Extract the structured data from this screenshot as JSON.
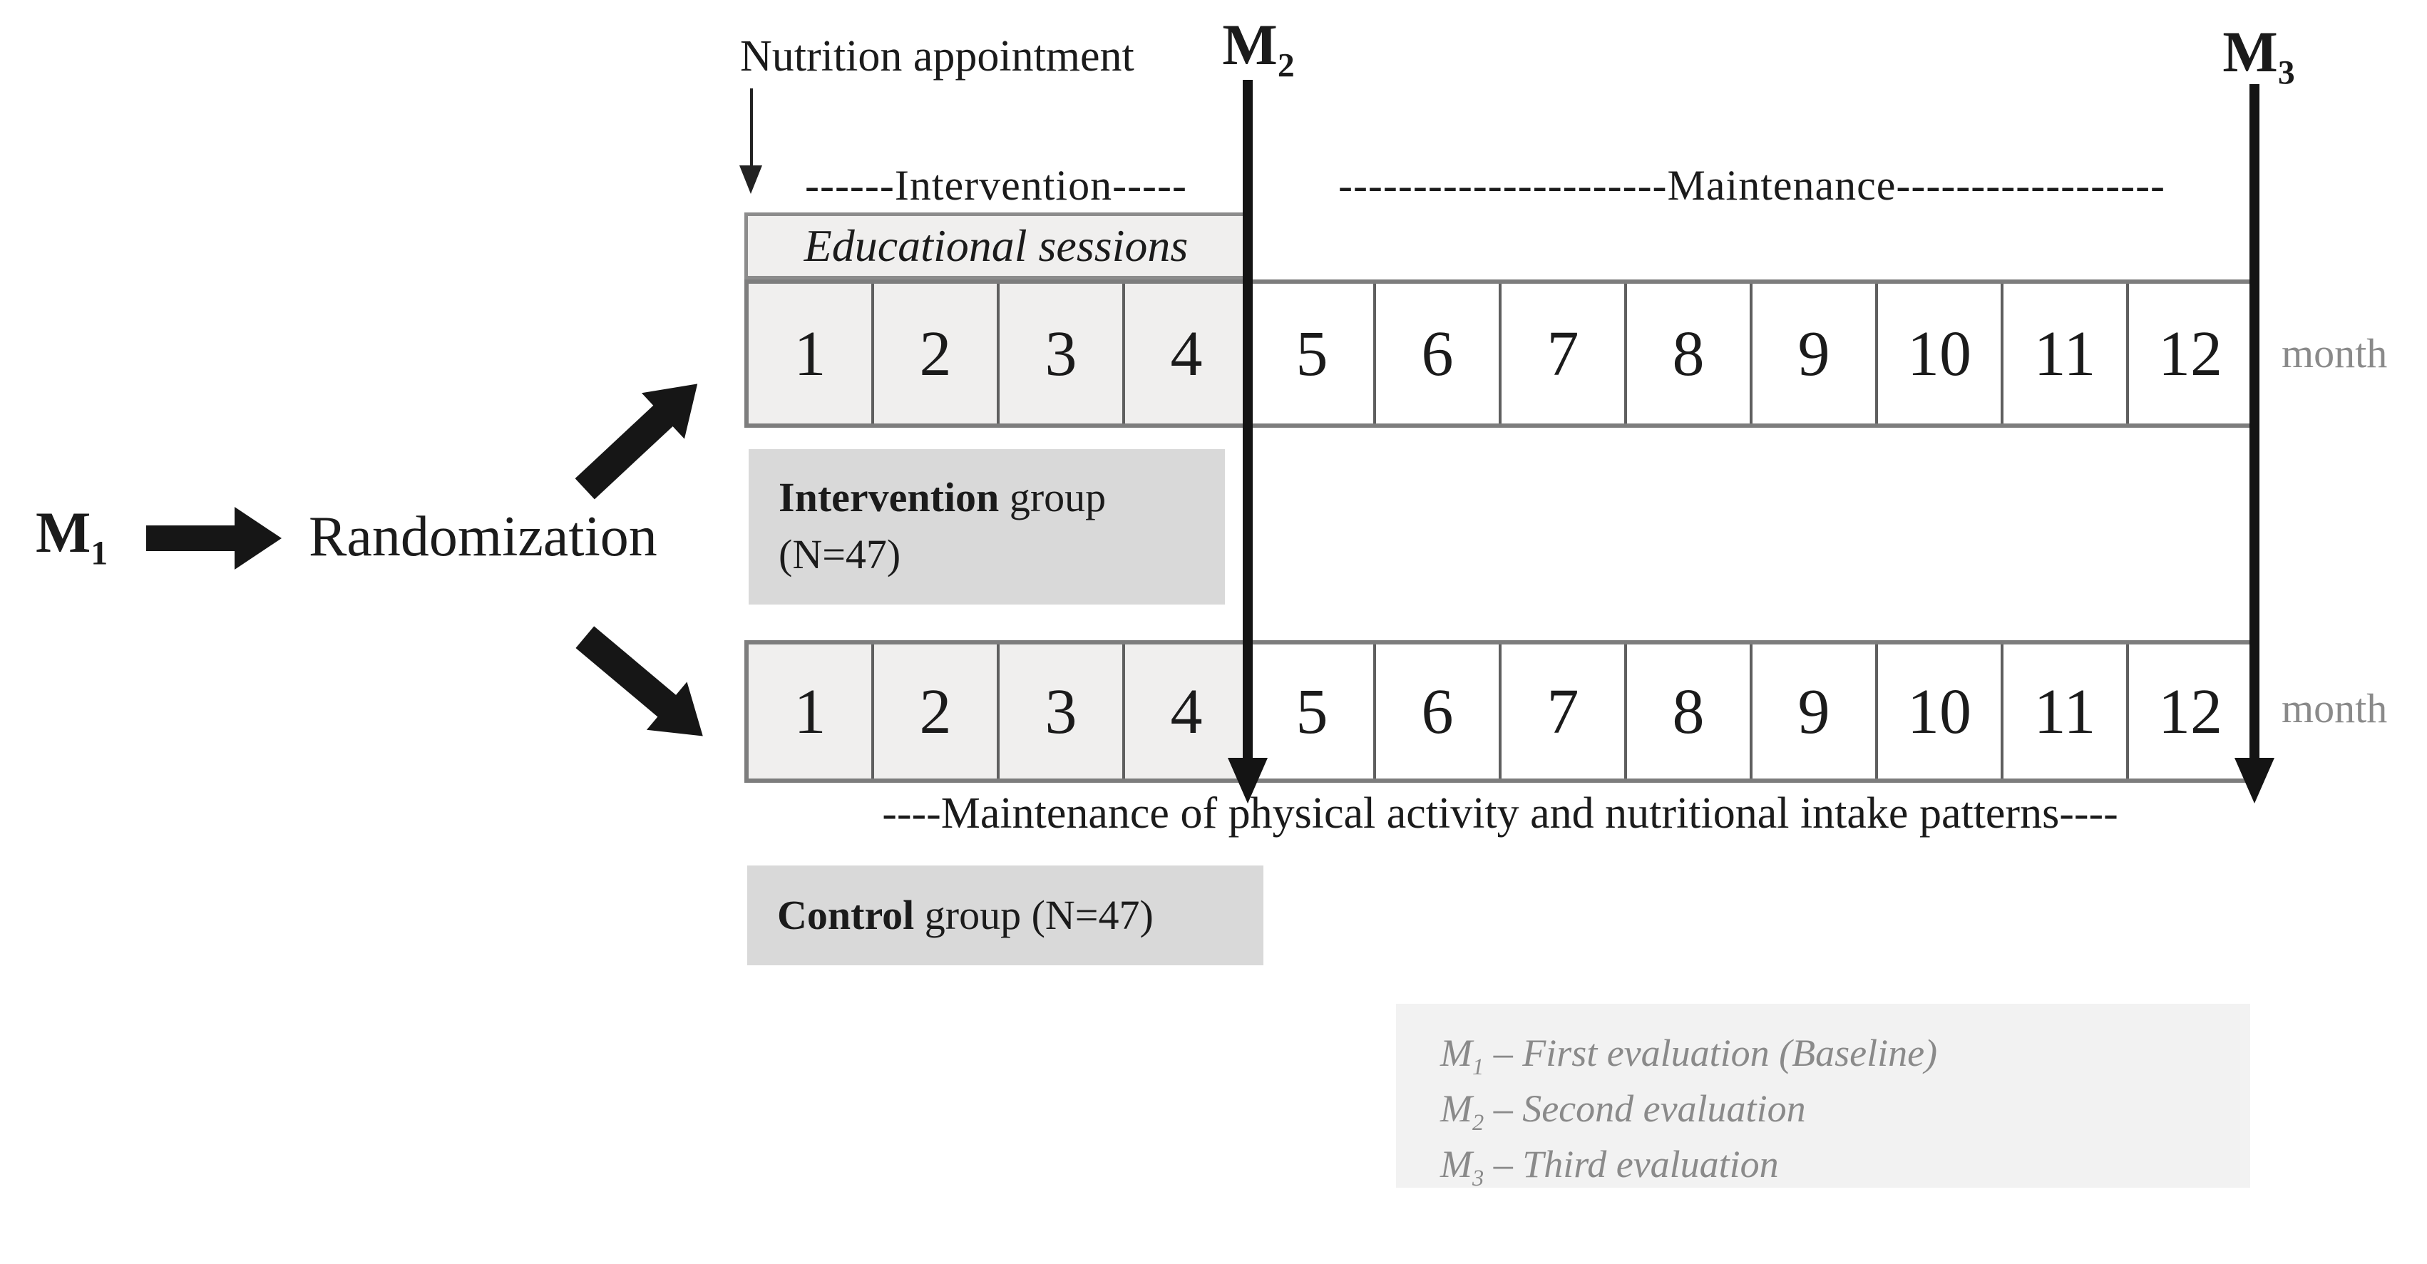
{
  "colors": {
    "ink": "#1b1b1b",
    "gray_text": "#8a8a8a",
    "cell_shaded": "#f0efee",
    "group_box": "#d9d9d9",
    "legend_box": "#f2f2f2",
    "line_black": "#141414"
  },
  "markers": {
    "m1": {
      "base": "M",
      "sub": "1"
    },
    "m2": {
      "base": "M",
      "sub": "2"
    },
    "m3": {
      "base": "M",
      "sub": "3"
    }
  },
  "flow": {
    "randomization": "Randomization"
  },
  "annotations": {
    "nutrition": "Nutrition appointment",
    "phase_intervention": "------Intervention-----",
    "phase_maintenance": "----------------------Maintenance------------------",
    "maintenance_note": "----Maintenance of physical activity and nutritional intake patterns----",
    "month_unit": "month"
  },
  "timeline": {
    "educational": "Educational sessions",
    "months": [
      "1",
      "2",
      "3",
      "4",
      "5",
      "6",
      "7",
      "8",
      "9",
      "10",
      "11",
      "12"
    ],
    "shaded_months": 4
  },
  "groups": {
    "intervention": {
      "name_bold": "Intervention",
      "name_rest": " group",
      "size": "(N=47)"
    },
    "control": {
      "name_bold": "Control",
      "name_rest": " group (N=47)"
    }
  },
  "legend": {
    "items": [
      {
        "base": "M",
        "sub": "1",
        "text": " – First evaluation (Baseline)"
      },
      {
        "base": "M",
        "sub": "2",
        "text": " – Second evaluation"
      },
      {
        "base": "M",
        "sub": "3",
        "text": " – Third evaluation"
      }
    ]
  }
}
